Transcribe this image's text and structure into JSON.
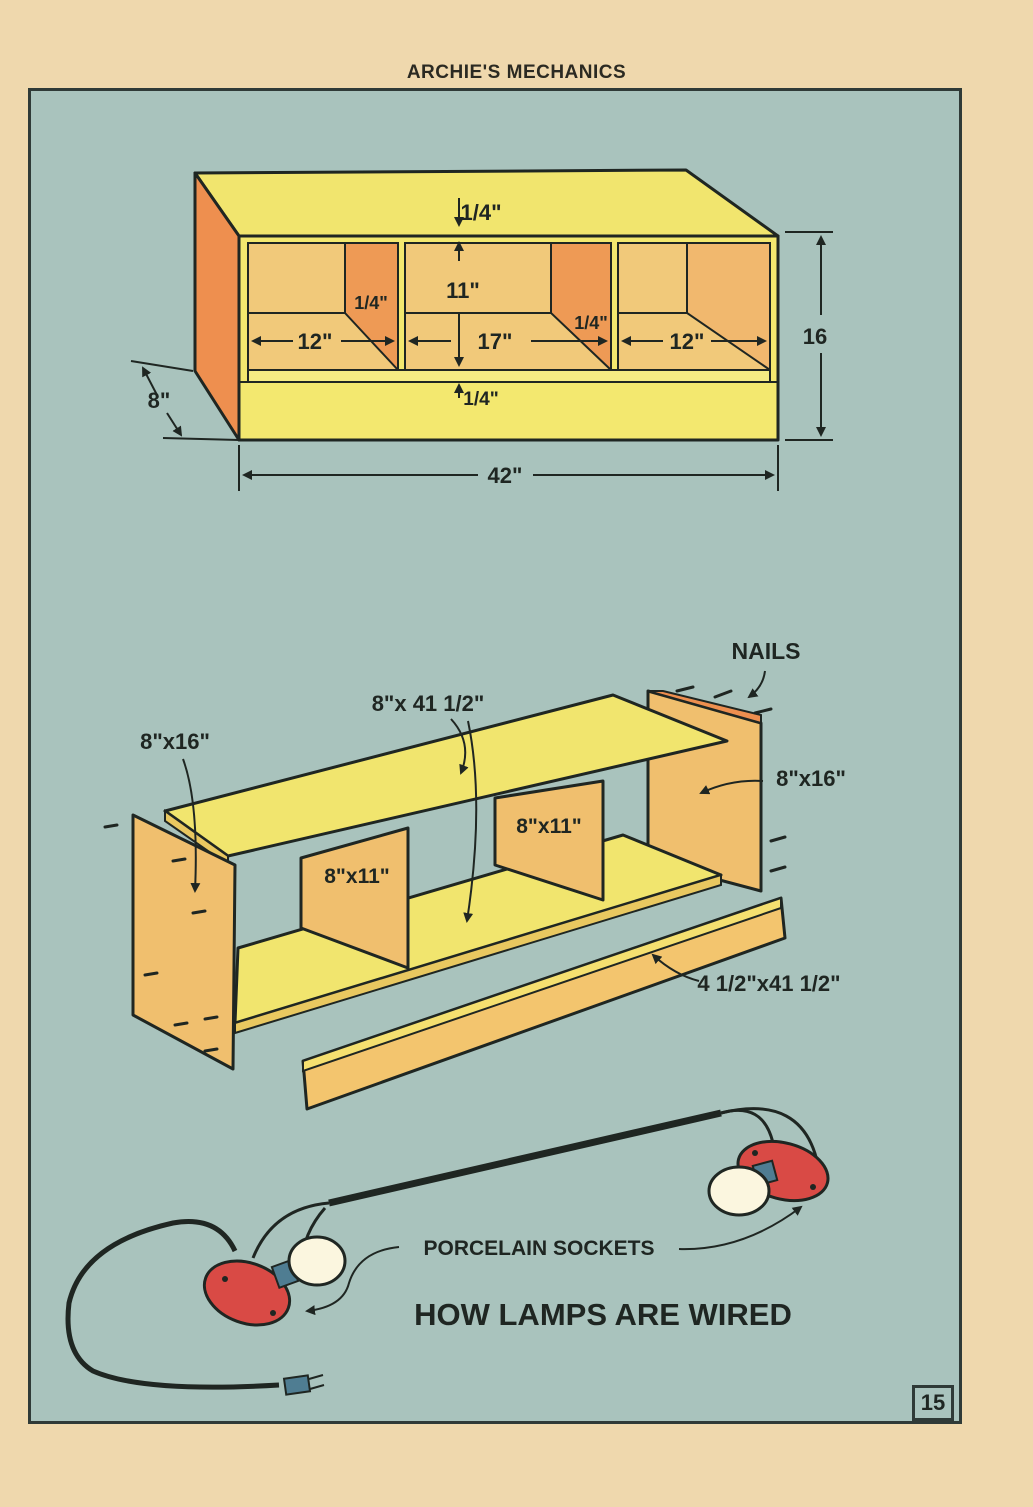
{
  "header": {
    "title": "ARCHIE'S MECHANICS"
  },
  "assembled_shelf": {
    "labels": {
      "top_thickness": "1/4\"",
      "inner_height": "11\"",
      "left_width": "12\"",
      "center_width": "17\"",
      "right_width": "12\"",
      "left_divider_thickness": "1/4\"",
      "right_divider_thickness": "1/4\"",
      "bottom_thickness": "1/4\"",
      "depth": "8\"",
      "overall_height": "16",
      "overall_width": "42\""
    }
  },
  "exploded_shelf": {
    "labels": {
      "nails": "NAILS",
      "top_board": "8\"x 41 1/2\"",
      "left_end": "8\"x16\"",
      "right_end": "8\"x16\"",
      "left_divider": "8\"x11\"",
      "right_divider": "8\"x11\"",
      "front_strip": "4 1/2\"x41 1/2\""
    }
  },
  "wiring": {
    "sockets_label": "PORCELAIN SOCKETS",
    "title": "HOW LAMPS ARE WIRED"
  },
  "page_number": "15",
  "colors": {
    "panel": "#a9c3bd",
    "wood_face": "#f1e56e",
    "wood_side": "#f0bf6e",
    "wood_shade": "#ee8f4f",
    "socket": "#d94a45"
  }
}
